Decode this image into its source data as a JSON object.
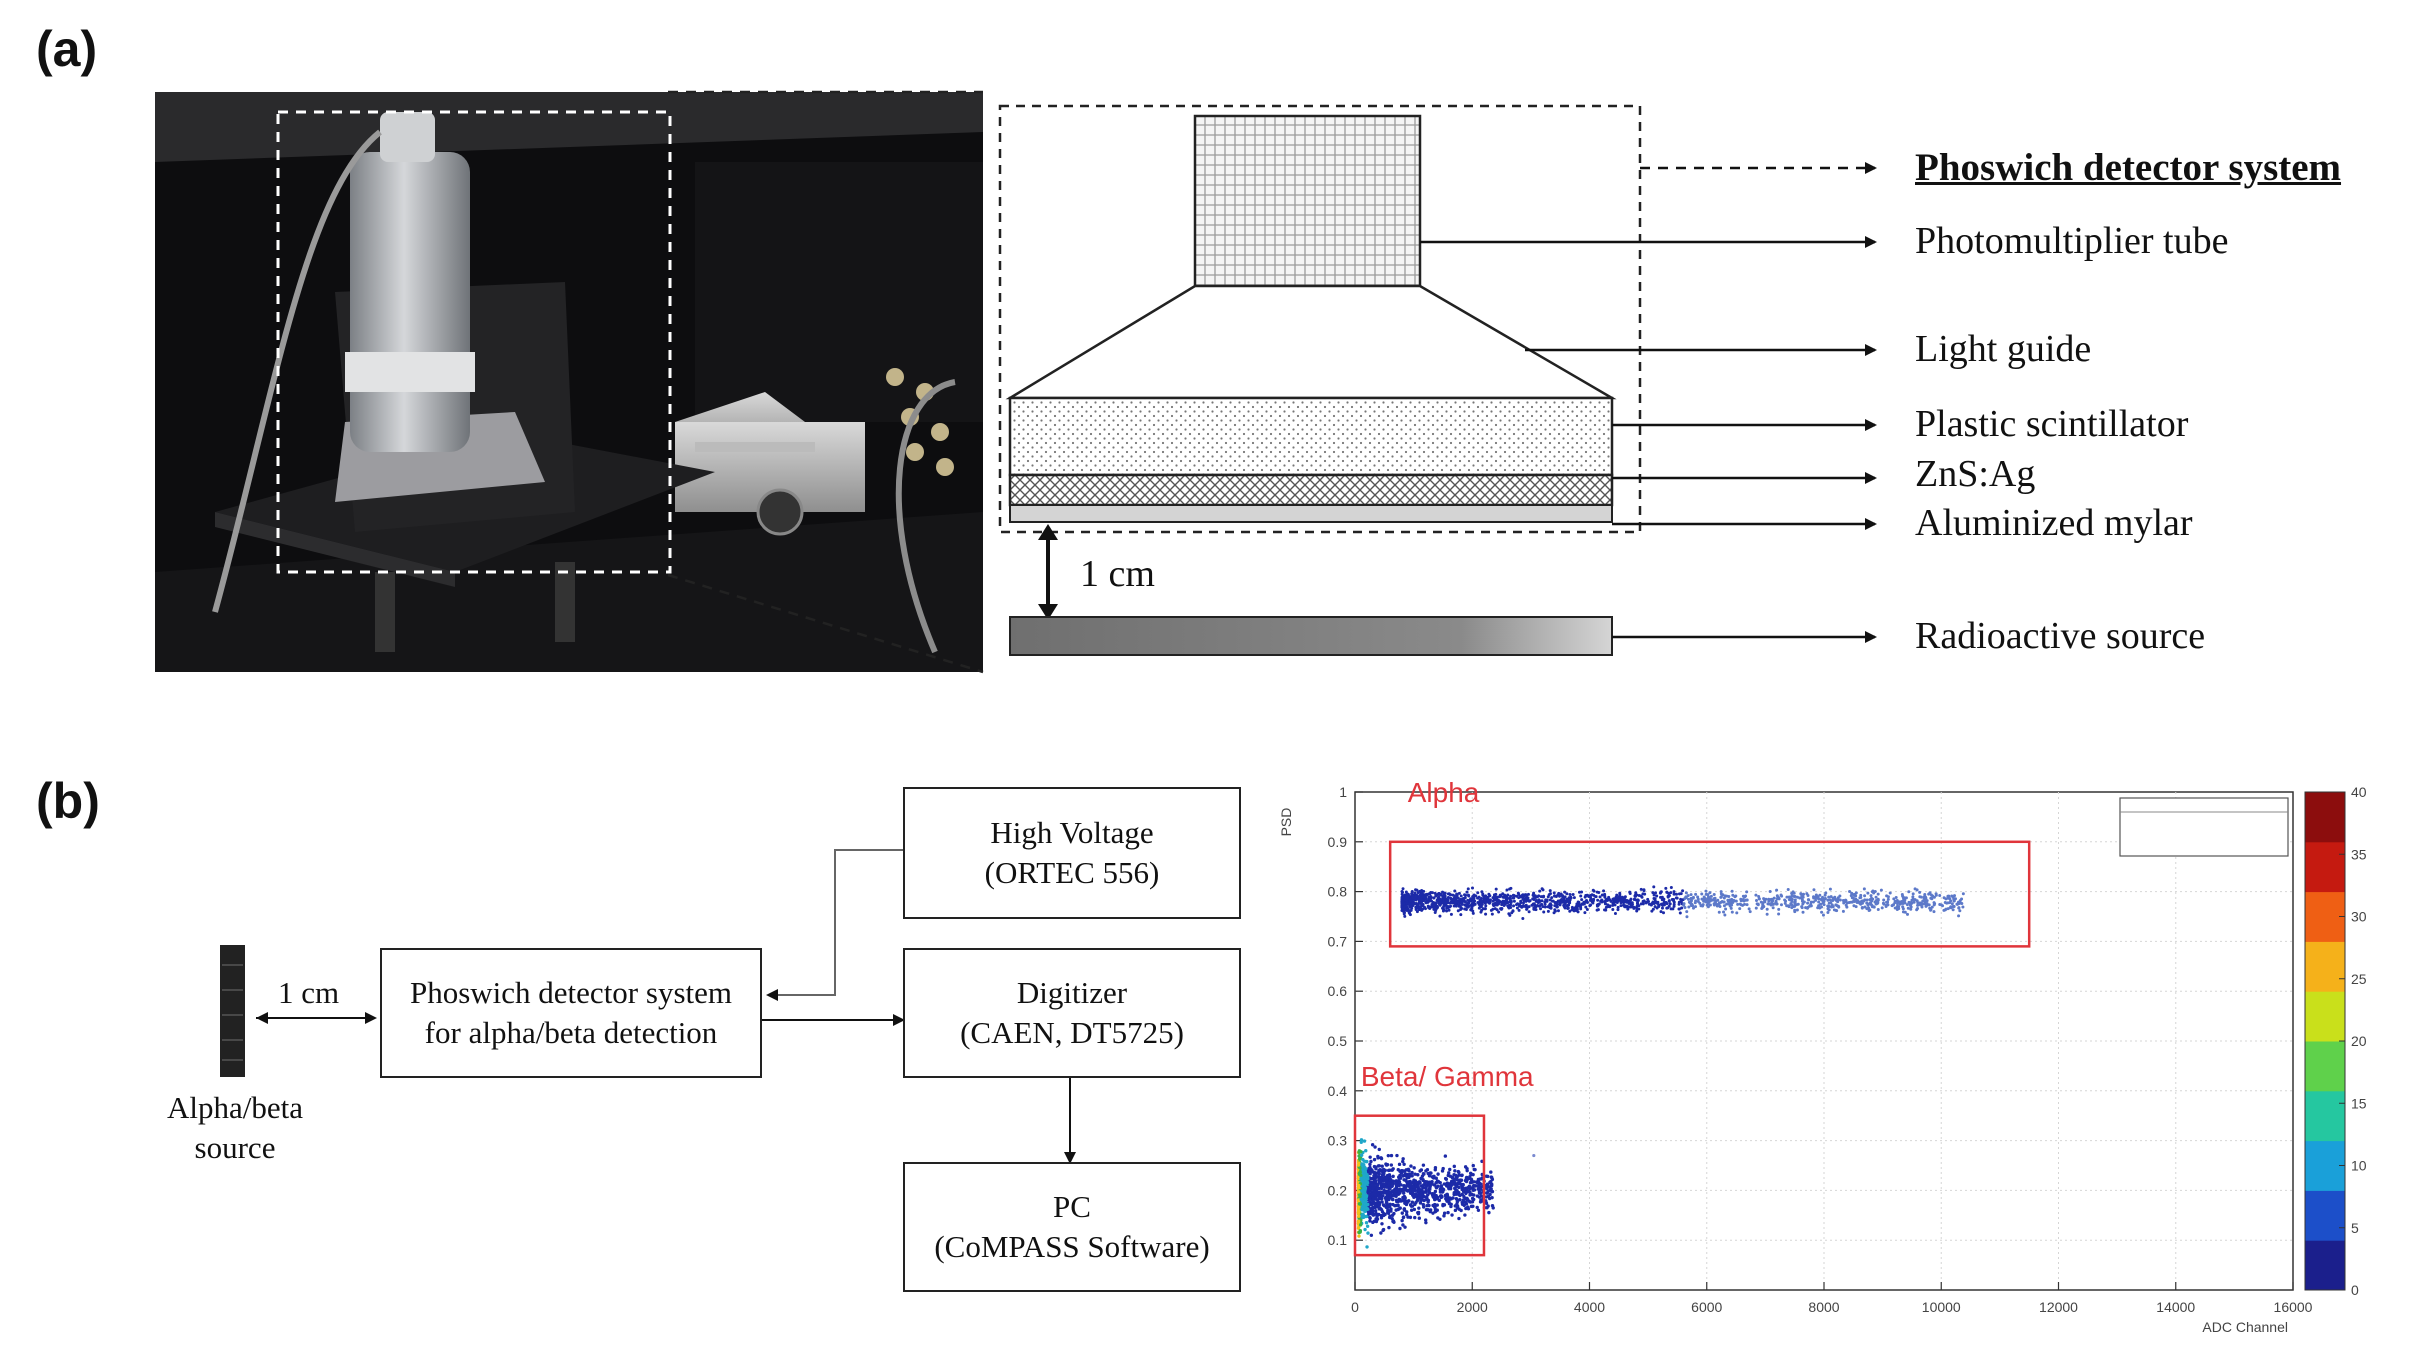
{
  "panel_a": {
    "label": "(a)",
    "components": [
      {
        "label": "Phoswich detector system"
      },
      {
        "label": "Photomultiplier tube"
      },
      {
        "label": "Light guide"
      },
      {
        "label": "Plastic scintillator"
      },
      {
        "label": "ZnS:Ag"
      },
      {
        "label": "Aluminized mylar"
      },
      {
        "label": "Radioactive source"
      }
    ],
    "distance": "1 cm"
  },
  "panel_b": {
    "label": "(b)",
    "source": {
      "line1": "Alpha/beta",
      "line2": "source"
    },
    "distance": "1 cm",
    "detector": {
      "line1": "Phoswich detector system",
      "line2": "for alpha/beta detection"
    },
    "high_voltage": {
      "line1": "High Voltage",
      "line2": "(ORTEC 556)"
    },
    "digitizer": {
      "line1": "Digitizer",
      "line2": "(CAEN, DT5725)"
    },
    "pc": {
      "line1": "PC",
      "line2": "(CoMPASS Software)"
    }
  },
  "chart_data": {
    "type": "heatmap",
    "xlabel": "ADC Channel",
    "ylabel": "PSD",
    "xlim": [
      0,
      16000
    ],
    "ylim": [
      0,
      1
    ],
    "x_ticks": [
      "0",
      "2000",
      "4000",
      "6000",
      "8000",
      "10000",
      "12000",
      "14000",
      "16000"
    ],
    "y_ticks": [
      "0.1",
      "0.2",
      "0.3",
      "0.4",
      "0.5",
      "0.6",
      "0.7",
      "0.8",
      "0.9",
      "1"
    ],
    "colorbar_ticks": [
      "0",
      "5",
      "10",
      "15",
      "20",
      "25",
      "30",
      "35",
      "40"
    ],
    "regions": [
      {
        "name": "Alpha",
        "x": [
          600,
          11500
        ],
        "y": [
          0.69,
          0.9
        ],
        "center_y": 0.78
      },
      {
        "name": "Beta/ Gamma",
        "x": [
          0,
          2200
        ],
        "y": [
          0.07,
          0.35
        ],
        "center_y": 0.2
      }
    ],
    "colors": {
      "region_box": "#e0353b",
      "low": "#1c2aa8",
      "high": "#a80d0d"
    }
  }
}
